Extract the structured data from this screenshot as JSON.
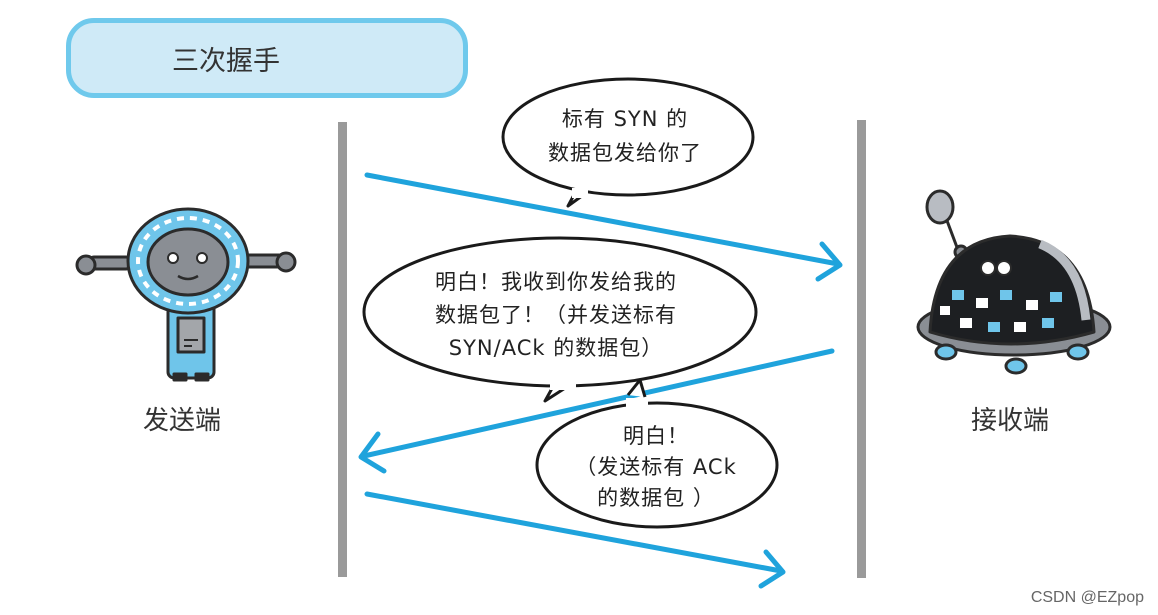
{
  "title": "三次握手",
  "sender_label": "发送端",
  "receiver_label": "接收端",
  "bubbles": {
    "syn": [
      "标有 SYN 的",
      "数据包发给你了"
    ],
    "synack": [
      "明白！我收到你发给我的",
      "数据包了！（并发送标有",
      "SYN/ACk 的数据包）"
    ],
    "ack": [
      "明白！",
      "（发送标有 ACk",
      "的数据包 ）"
    ]
  },
  "watermark": "CSDN @EZpop",
  "colors": {
    "arrow": "#1fa3dc",
    "line": "#999999",
    "title_bg": "#cfeaf7",
    "title_border": "#6fc9ec"
  }
}
